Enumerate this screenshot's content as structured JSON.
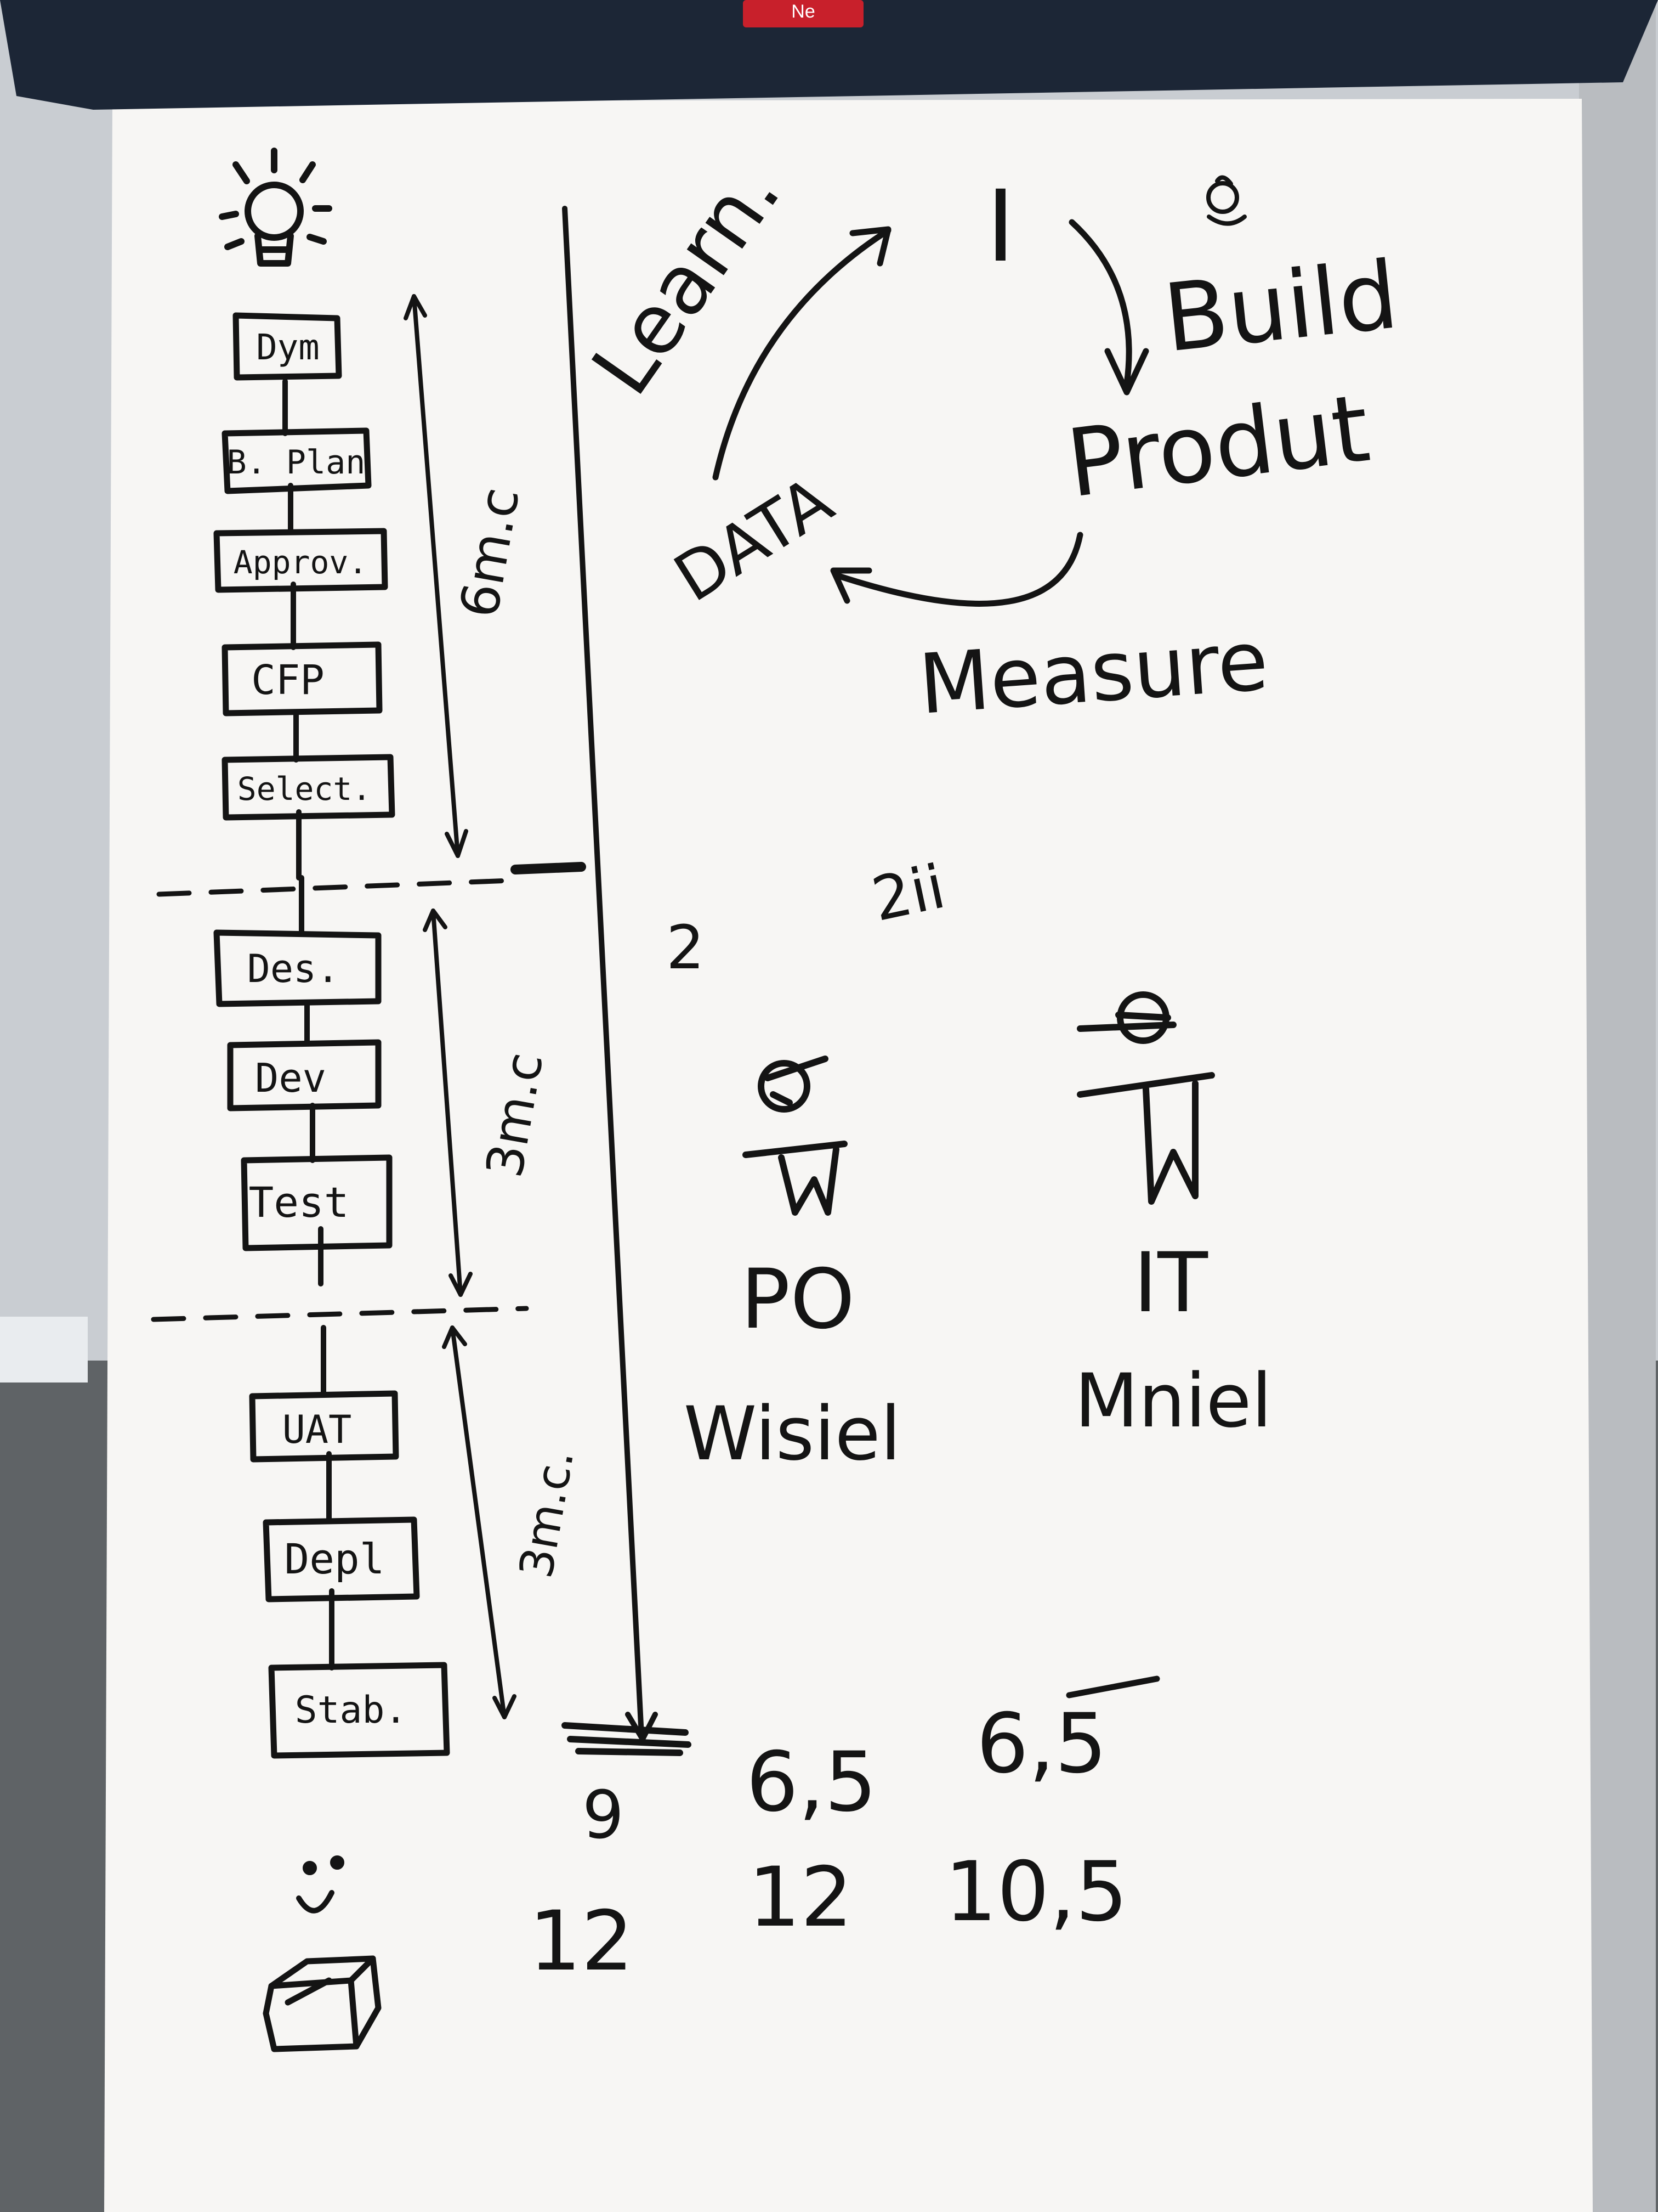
{
  "flipchart": {
    "brand_tab_text": "Ne",
    "idea_icon": "lightbulb-icon",
    "phase_steps": [
      "Dym",
      "B. Plan",
      "Approv.",
      "CFP",
      "Select.",
      "Des.",
      "Dev",
      "Test",
      "UAT",
      "Depl",
      "Stab."
    ],
    "durations": [
      "6m.c",
      "3m.c",
      "3m.c."
    ],
    "cycle": {
      "center": "I",
      "build": "Build",
      "product": "Produt",
      "measure": "Measure",
      "data": "DATA",
      "learn": "Learn."
    },
    "marks": {
      "small_two": "2",
      "two_ii": "2ii"
    },
    "people": [
      {
        "role": "PO",
        "name": "Wisiel"
      },
      {
        "role": "IT",
        "name": "Mniel"
      }
    ],
    "totals": {
      "timeline_col": [
        "9",
        "12"
      ],
      "po_col": [
        "6,5",
        "12"
      ],
      "it_col": [
        "6,5",
        "10,5"
      ]
    },
    "end_icons": [
      "smiley-icon",
      "box-icon"
    ]
  }
}
